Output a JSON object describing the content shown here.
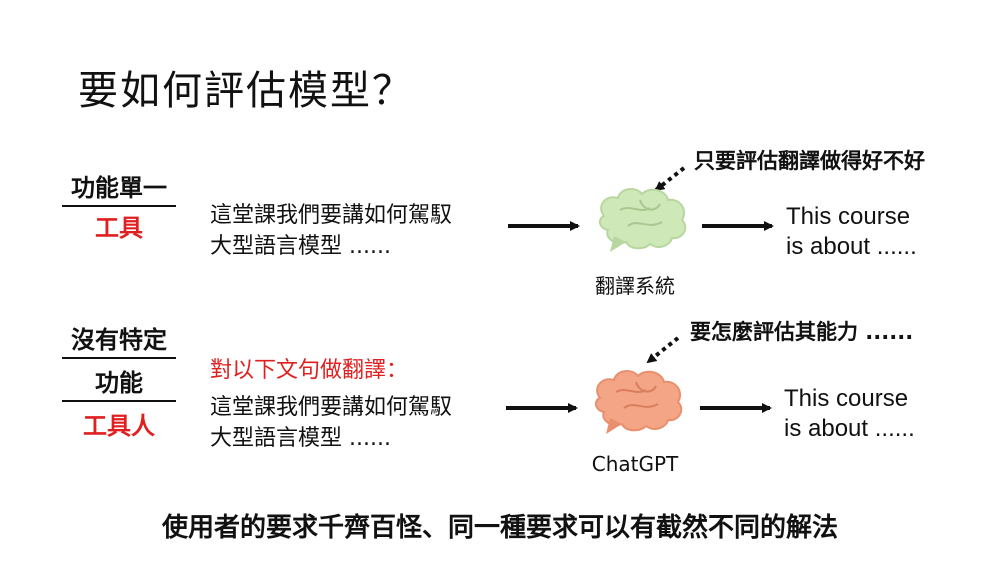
{
  "title": "要如何評估模型？",
  "row1": {
    "category_line1": "功能單一",
    "category_tag": "工具",
    "input_line1": "這堂課我們要講如何駕馭",
    "input_line2": "大型語言模型 ......",
    "system_label": "翻譯系統",
    "output_line1": "This course",
    "output_line2": "is about ......",
    "note": "只要評估翻譯做得好不好",
    "brain_color": "#cfe8b8"
  },
  "row2": {
    "category_line1": "沒有特定",
    "category_line2": "功能",
    "category_tag": "工具人",
    "instruction": "對以下文句做翻譯：",
    "input_line1": "這堂課我們要講如何駕馭",
    "input_line2": "大型語言模型 ......",
    "system_label": "ChatGPT",
    "output_line1": "This course",
    "output_line2": "is about ......",
    "note": "要怎麼評估其能力 ......",
    "brain_color": "#f4a585"
  },
  "footer": "使用者的要求千齊百怪、同一種要求可以有截然不同的解法"
}
